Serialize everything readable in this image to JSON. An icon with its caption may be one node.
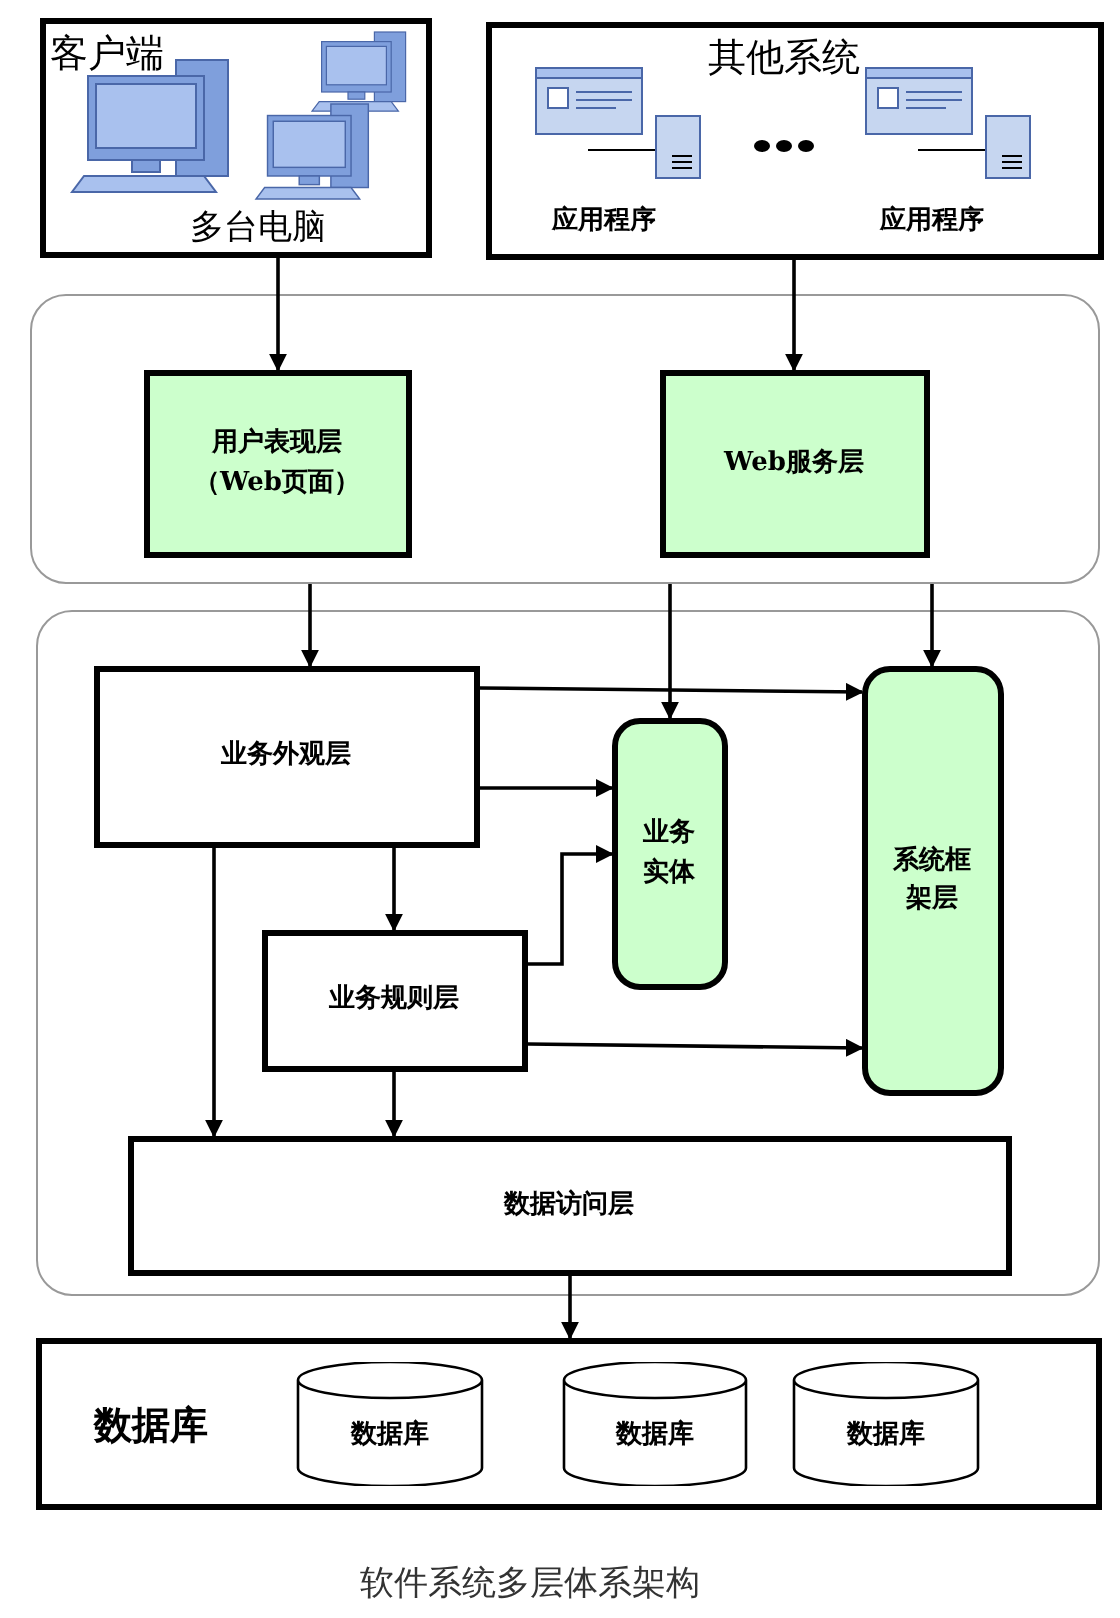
{
  "diagram": {
    "caption": "软件系统多层体系架构",
    "nodes": [
      {
        "text": [
          "客户端",
          "多台电脑"
        ]
      },
      {
        "text": [
          "其他系统"
        ]
      },
      {
        "text": [],
        "shape": "box"
      },
      {
        "text": [
          "用户表现层（Web页面）"
        ],
        "in": 2
      },
      {
        "text": [
          "Web服务层"
        ],
        "in": 2
      },
      {
        "text": [],
        "shape": "box"
      },
      {
        "text": [
          "业务外观层"
        ],
        "in": 5
      },
      {
        "text": [
          "业务实体"
        ],
        "in": 5
      },
      {
        "text": [
          "系统框架层"
        ],
        "in": 5
      },
      {
        "text": [
          "业务规则层"
        ],
        "in": 5
      },
      {
        "text": [
          "数据访问层"
        ],
        "in": 5
      },
      {
        "text": [
          "数据库"
        ]
      },
      {
        "text": [
          "数据库"
        ],
        "in": 11
      },
      {
        "text": [
          "数据库"
        ],
        "in": 11
      },
      {
        "text": [
          "数据库"
        ],
        "in": 11
      }
    ],
    "edges": [
      {
        "from": 0,
        "to": 3,
        "arrow": "to"
      },
      {
        "from": 1,
        "to": 4,
        "arrow": "to"
      },
      {
        "from": 2,
        "to": 6,
        "arrow": "to"
      },
      {
        "from": 2,
        "to": 7,
        "arrow": "to"
      },
      {
        "from": 2,
        "to": 8,
        "arrow": "to"
      },
      {
        "from": 6,
        "to": 8,
        "arrow": "to"
      },
      {
        "from": 6,
        "to": 7,
        "arrow": "to"
      },
      {
        "from": 9,
        "to": 7,
        "arrow": "to"
      },
      {
        "from": 6,
        "to": 9,
        "arrow": "to"
      },
      {
        "from": 9,
        "to": 8,
        "arrow": "to"
      },
      {
        "from": 6,
        "to": 10,
        "arrow": "to"
      },
      {
        "from": 9,
        "to": 10,
        "arrow": "to"
      },
      {
        "from": 10,
        "to": 11,
        "arrow": "to"
      }
    ],
    "labels": [
      "应用程序",
      "应用程序"
    ]
  }
}
